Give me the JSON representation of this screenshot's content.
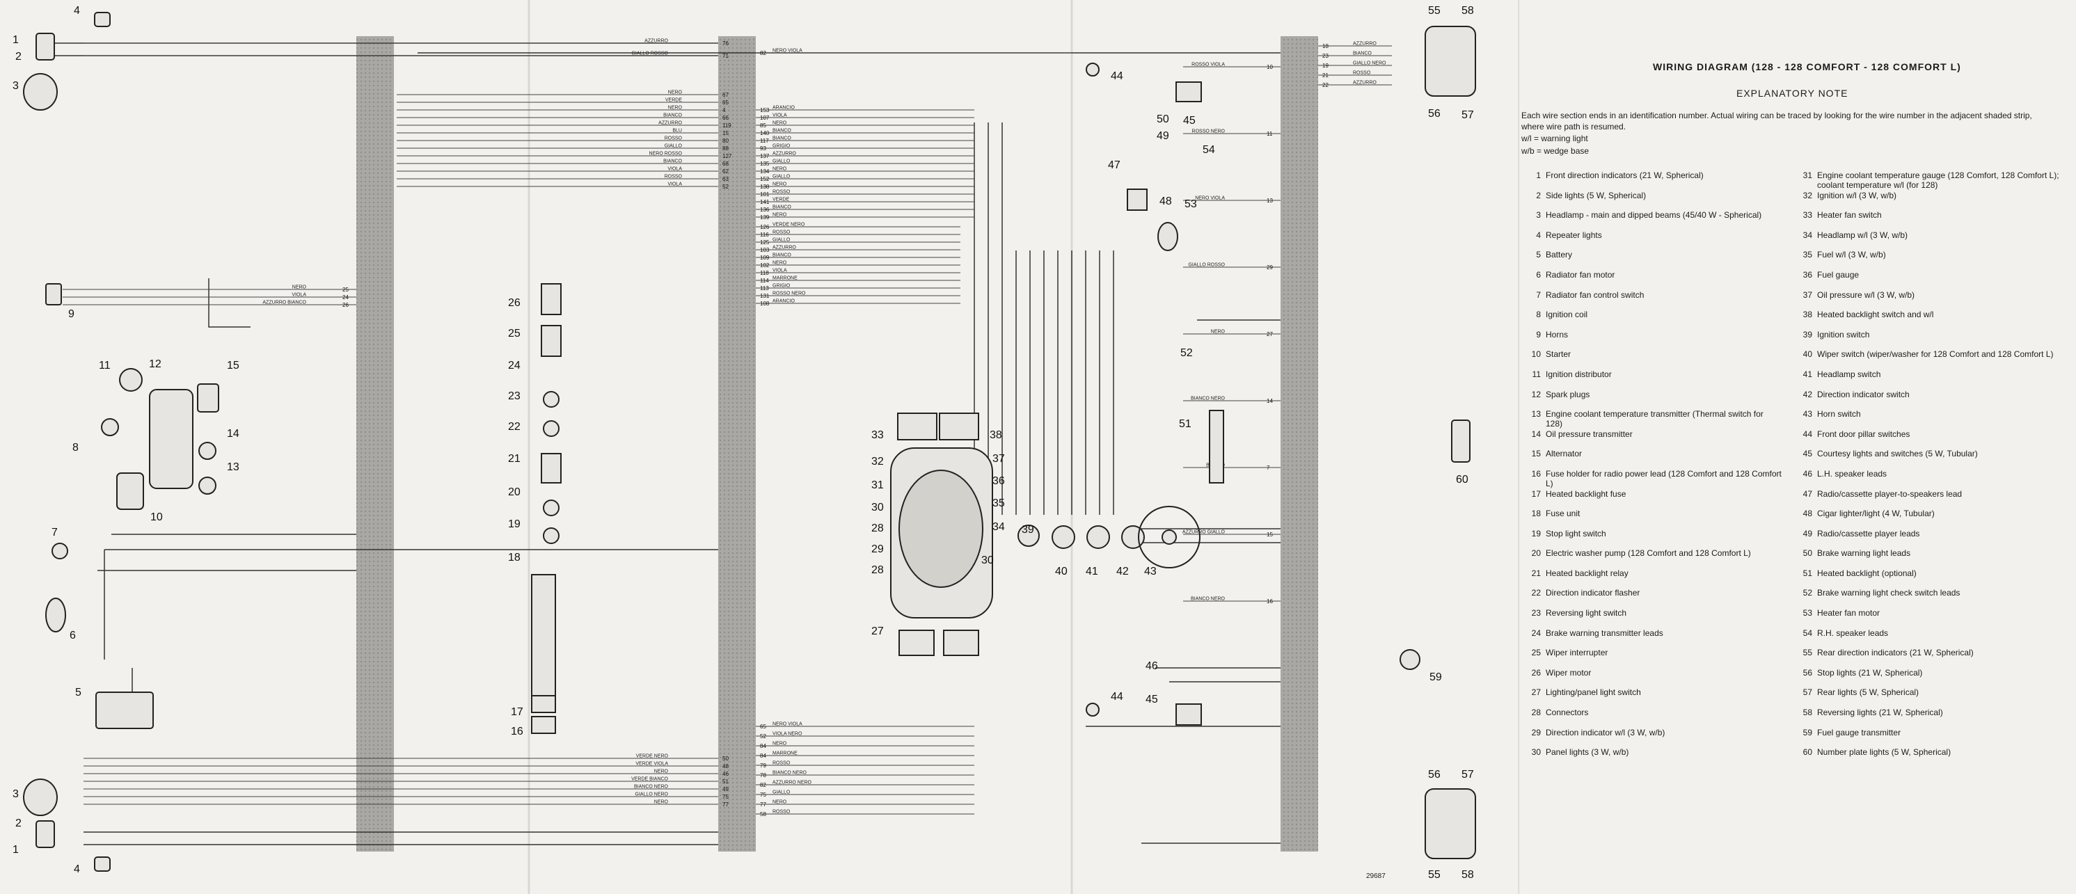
{
  "header": {
    "title": "WIRING DIAGRAM (128 - 128 COMFORT - 128 COMFORT L)",
    "subtitle": "EXPLANATORY NOTE",
    "explanation": "Each wire section ends in an identification number. Actual wiring can be traced by looking for the wire number in the adjacent shaded strip, where wire path is resumed.",
    "abbrev_wl": "w/l = warning light",
    "abbrev_wb": "w/b = wedge base"
  },
  "legend": {
    "left": [
      {
        "num": "1",
        "text": "Front direction indicators (21 W, Spherical)"
      },
      {
        "num": "2",
        "text": "Side lights (5 W, Spherical)"
      },
      {
        "num": "3",
        "text": "Headlamp - main and dipped beams (45/40 W - Spherical)"
      },
      {
        "num": "4",
        "text": "Repeater lights"
      },
      {
        "num": "5",
        "text": "Battery"
      },
      {
        "num": "6",
        "text": "Radiator fan motor"
      },
      {
        "num": "7",
        "text": "Radiator fan control switch"
      },
      {
        "num": "8",
        "text": "Ignition coil"
      },
      {
        "num": "9",
        "text": "Horns"
      },
      {
        "num": "10",
        "text": "Starter"
      },
      {
        "num": "11",
        "text": "Ignition distributor"
      },
      {
        "num": "12",
        "text": "Spark plugs"
      },
      {
        "num": "13",
        "text": "Engine coolant temperature transmitter (Thermal switch for 128)"
      },
      {
        "num": "14",
        "text": "Oil pressure transmitter"
      },
      {
        "num": "15",
        "text": "Alternator"
      },
      {
        "num": "16",
        "text": "Fuse holder for radio power lead (128 Comfort and 128 Comfort L)"
      },
      {
        "num": "17",
        "text": "Heated backlight fuse"
      },
      {
        "num": "18",
        "text": "Fuse unit"
      },
      {
        "num": "19",
        "text": "Stop light switch"
      },
      {
        "num": "20",
        "text": "Electric washer pump (128 Comfort and 128 Comfort L)"
      },
      {
        "num": "21",
        "text": "Heated backlight relay"
      },
      {
        "num": "22",
        "text": "Direction indicator flasher"
      },
      {
        "num": "23",
        "text": "Reversing light switch"
      },
      {
        "num": "24",
        "text": "Brake warning transmitter leads"
      },
      {
        "num": "25",
        "text": "Wiper interrupter"
      },
      {
        "num": "26",
        "text": "Wiper motor"
      },
      {
        "num": "27",
        "text": "Lighting/panel light switch"
      },
      {
        "num": "28",
        "text": "Connectors"
      },
      {
        "num": "29",
        "text": "Direction indicator w/l (3 W, w/b)"
      },
      {
        "num": "30",
        "text": "Panel lights (3 W, w/b)"
      }
    ],
    "right": [
      {
        "num": "31",
        "text": "Engine coolant temperature gauge (128 Comfort, 128 Comfort L); coolant temperature w/l (for 128)"
      },
      {
        "num": "32",
        "text": "Ignition w/l (3 W, w/b)"
      },
      {
        "num": "33",
        "text": "Heater fan switch"
      },
      {
        "num": "34",
        "text": "Headlamp w/l (3 W, w/b)"
      },
      {
        "num": "35",
        "text": "Fuel w/l (3 W, w/b)"
      },
      {
        "num": "36",
        "text": "Fuel gauge"
      },
      {
        "num": "37",
        "text": "Oil pressure w/l (3 W, w/b)"
      },
      {
        "num": "38",
        "text": "Heated backlight switch and w/l"
      },
      {
        "num": "39",
        "text": "Ignition switch"
      },
      {
        "num": "40",
        "text": "Wiper switch (wiper/washer for 128 Comfort and 128 Comfort L)"
      },
      {
        "num": "41",
        "text": "Headlamp switch"
      },
      {
        "num": "42",
        "text": "Direction indicator switch"
      },
      {
        "num": "43",
        "text": "Horn switch"
      },
      {
        "num": "44",
        "text": "Front door pillar switches"
      },
      {
        "num": "45",
        "text": "Courtesy lights and switches (5 W, Tubular)"
      },
      {
        "num": "46",
        "text": "L.H. speaker leads"
      },
      {
        "num": "47",
        "text": "Radio/cassette player-to-speakers lead"
      },
      {
        "num": "48",
        "text": "Cigar lighter/light (4 W, Tubular)"
      },
      {
        "num": "49",
        "text": "Radio/cassette player leads"
      },
      {
        "num": "50",
        "text": "Brake warning light leads"
      },
      {
        "num": "51",
        "text": "Heated backlight (optional)"
      },
      {
        "num": "52",
        "text": "Brake warning light check switch leads"
      },
      {
        "num": "53",
        "text": "Heater fan motor"
      },
      {
        "num": "54",
        "text": "R.H. speaker leads"
      },
      {
        "num": "55",
        "text": "Rear direction indicators (21 W, Spherical)"
      },
      {
        "num": "56",
        "text": "Stop lights (21 W, Spherical)"
      },
      {
        "num": "57",
        "text": "Rear lights (5 W, Spherical)"
      },
      {
        "num": "58",
        "text": "Reversing lights (21 W, Spherical)"
      },
      {
        "num": "59",
        "text": "Fuel gauge transmitter"
      },
      {
        "num": "60",
        "text": "Number plate lights (5 W, Spherical)"
      }
    ]
  },
  "drawing_ref": "29687",
  "components": [
    {
      "id": "c1a",
      "label": "1"
    },
    {
      "id": "c2a",
      "label": "2"
    },
    {
      "id": "c3a",
      "label": "3"
    },
    {
      "id": "c4a",
      "label": "4"
    },
    {
      "id": "c5",
      "label": "5"
    },
    {
      "id": "c6",
      "label": "6"
    },
    {
      "id": "c7",
      "label": "7"
    },
    {
      "id": "c8",
      "label": "8"
    },
    {
      "id": "c9",
      "label": "9"
    },
    {
      "id": "c10",
      "label": "10"
    },
    {
      "id": "c11",
      "label": "11"
    },
    {
      "id": "c12",
      "label": "12"
    },
    {
      "id": "c13",
      "label": "13"
    },
    {
      "id": "c14",
      "label": "14"
    },
    {
      "id": "c15",
      "label": "15"
    },
    {
      "id": "c16",
      "label": "16"
    },
    {
      "id": "c17",
      "label": "17"
    },
    {
      "id": "c18",
      "label": "18"
    },
    {
      "id": "c19",
      "label": "19"
    },
    {
      "id": "c20",
      "label": "20"
    },
    {
      "id": "c21",
      "label": "21"
    },
    {
      "id": "c22",
      "label": "22"
    },
    {
      "id": "c23",
      "label": "23"
    },
    {
      "id": "c24",
      "label": "24"
    },
    {
      "id": "c25",
      "label": "25"
    },
    {
      "id": "c26",
      "label": "26"
    },
    {
      "id": "c27",
      "label": "27"
    },
    {
      "id": "c28a",
      "label": "28"
    },
    {
      "id": "c28b",
      "label": "28"
    },
    {
      "id": "c29",
      "label": "29"
    },
    {
      "id": "c30a",
      "label": "30"
    },
    {
      "id": "c30b",
      "label": "30"
    },
    {
      "id": "c31",
      "label": "31"
    },
    {
      "id": "c32",
      "label": "32"
    },
    {
      "id": "c33",
      "label": "33"
    },
    {
      "id": "c34",
      "label": "34"
    },
    {
      "id": "c35",
      "label": "35"
    },
    {
      "id": "c36",
      "label": "36"
    },
    {
      "id": "c37",
      "label": "37"
    },
    {
      "id": "c38",
      "label": "38"
    },
    {
      "id": "c39",
      "label": "39"
    },
    {
      "id": "c40",
      "label": "40"
    },
    {
      "id": "c41",
      "label": "41"
    },
    {
      "id": "c42",
      "label": "42"
    },
    {
      "id": "c43",
      "label": "43"
    },
    {
      "id": "c44a",
      "label": "44"
    },
    {
      "id": "c44b",
      "label": "44"
    },
    {
      "id": "c45a",
      "label": "45"
    },
    {
      "id": "c45b",
      "label": "45"
    },
    {
      "id": "c46",
      "label": "46"
    },
    {
      "id": "c47",
      "label": "47"
    },
    {
      "id": "c48",
      "label": "48"
    },
    {
      "id": "c49",
      "label": "49"
    },
    {
      "id": "c50",
      "label": "50"
    },
    {
      "id": "c51",
      "label": "51"
    },
    {
      "id": "c52",
      "label": "52"
    },
    {
      "id": "c53",
      "label": "53"
    },
    {
      "id": "c54",
      "label": "54"
    },
    {
      "id": "c55a",
      "label": "55"
    },
    {
      "id": "c56a",
      "label": "56"
    },
    {
      "id": "c57a",
      "label": "57"
    },
    {
      "id": "c58a",
      "label": "58"
    },
    {
      "id": "c55b",
      "label": "55"
    },
    {
      "id": "c56b",
      "label": "56"
    },
    {
      "id": "c57b",
      "label": "57"
    },
    {
      "id": "c58b",
      "label": "58"
    },
    {
      "id": "c59",
      "label": "59"
    },
    {
      "id": "c60",
      "label": "60"
    },
    {
      "id": "c1b",
      "label": "1"
    },
    {
      "id": "c2b",
      "label": "2"
    },
    {
      "id": "c3b",
      "label": "3"
    },
    {
      "id": "c4b",
      "label": "4"
    }
  ],
  "wires": {
    "front_top": [
      {
        "color": "AZZURRO",
        "num": "76"
      },
      {
        "color": "GIALLO ROSSO",
        "num": "71"
      }
    ],
    "column2_top": [
      {
        "color": "NERO VIOLA",
        "num": "82"
      }
    ],
    "left_front": [
      {
        "color": "NERO",
        "num": "67"
      },
      {
        "color": "VERDE",
        "num": "65"
      },
      {
        "color": "NERO",
        "num": "4"
      },
      {
        "color": "BIANCO",
        "num": "66"
      },
      {
        "color": "AZZURRO",
        "num": "119"
      },
      {
        "color": "BLU",
        "num": "15"
      },
      {
        "color": "ROSSO",
        "num": "80"
      },
      {
        "color": "GIALLO",
        "num": "88"
      },
      {
        "color": "NERO ROSSO",
        "num": "127"
      },
      {
        "color": "BIANCO",
        "num": "68"
      },
      {
        "color": "VIOLA",
        "num": "62"
      },
      {
        "color": "ROSSO",
        "num": "63"
      },
      {
        "color": "VIOLA",
        "num": "52"
      }
    ],
    "dash_in": [
      {
        "color": "ARANCIO",
        "num": "153"
      },
      {
        "color": "VIOLA",
        "num": "107"
      },
      {
        "color": "NERO",
        "num": "85"
      },
      {
        "color": "BIANCO",
        "num": "140"
      },
      {
        "color": "BIANCO",
        "num": "117"
      },
      {
        "color": "GRIGIO",
        "num": "93"
      },
      {
        "color": "AZZURRO",
        "num": "137"
      },
      {
        "color": "GIALLO",
        "num": "135"
      },
      {
        "color": "NERO",
        "num": "134"
      },
      {
        "color": "GIALLO",
        "num": "152"
      },
      {
        "color": "NERO",
        "num": "138"
      },
      {
        "color": "ROSSO",
        "num": "101"
      },
      {
        "color": "VERDE",
        "num": "141"
      },
      {
        "color": "BIANCO",
        "num": "136"
      },
      {
        "color": "NERO",
        "num": "139"
      }
    ],
    "dash_mid": [
      {
        "color": "VERDE NERO",
        "num": "126"
      },
      {
        "color": "ROSSO",
        "num": "116"
      },
      {
        "color": "GIALLO",
        "num": "125"
      },
      {
        "color": "AZZURRO",
        "num": "103"
      },
      {
        "color": "BIANCO",
        "num": "109"
      },
      {
        "color": "NERO",
        "num": "102"
      },
      {
        "color": "VIOLA",
        "num": "118"
      },
      {
        "color": "MARRONE",
        "num": "114"
      },
      {
        "color": "GRIGIO",
        "num": "113"
      },
      {
        "color": "ROSSO NERO",
        "num": "131"
      },
      {
        "color": "ARANCIO",
        "num": "108"
      }
    ],
    "horns": [
      {
        "color": "NERO",
        "num": "25"
      },
      {
        "color": "VIOLA",
        "num": "24"
      },
      {
        "color": "AZZURRO BIANCO",
        "num": "26"
      }
    ],
    "right_side": [
      {
        "color": "ROSSO VIOLA",
        "num": "10"
      },
      {
        "color": "ROSSO NERO",
        "num": "11"
      },
      {
        "color": "NERO VIOLA",
        "num": "13"
      },
      {
        "color": "GIALLO ROSSO",
        "num": "29"
      },
      {
        "color": "NERO",
        "num": "27"
      },
      {
        "color": "BIANCO NERO",
        "num": "14"
      },
      {
        "color": "BIANCO",
        "num": "7"
      },
      {
        "color": "AZZURRO GIALLO",
        "num": "15"
      },
      {
        "color": "BIANCO NERO",
        "num": "16"
      }
    ],
    "rear_lamps": [
      {
        "color": "AZZURRO",
        "num": "18"
      },
      {
        "color": "BIANCO",
        "num": "23"
      },
      {
        "color": "GIALLO NERO",
        "num": "19"
      },
      {
        "color": "ROSSO",
        "num": "21"
      },
      {
        "color": "AZZURRO",
        "num": "22"
      }
    ],
    "front_bottom": [
      {
        "color": "VERDE NERO",
        "num": "50"
      },
      {
        "color": "VERDE VIOLA",
        "num": "48"
      },
      {
        "color": "NERO",
        "num": "46"
      },
      {
        "color": "VERDE BIANCO",
        "num": "51"
      },
      {
        "color": "BIANCO NERO",
        "num": "49"
      },
      {
        "color": "GIALLO NERO",
        "num": "75"
      },
      {
        "color": "NERO",
        "num": "77"
      }
    ],
    "bottom_dash": [
      {
        "color": "NERO VIOLA",
        "num": "65"
      },
      {
        "color": "VIOLA NERO",
        "num": "52"
      },
      {
        "color": "NERO",
        "num": "84"
      },
      {
        "color": "MARRONE",
        "num": "84"
      },
      {
        "color": "ROSSO",
        "num": "79"
      },
      {
        "color": "BIANCO NERO",
        "num": "78"
      },
      {
        "color": "AZZURRO NERO",
        "num": "82"
      },
      {
        "color": "GIALLO",
        "num": "75"
      },
      {
        "color": "NERO",
        "num": "77"
      },
      {
        "color": "ROSSO",
        "num": "58"
      }
    ]
  }
}
